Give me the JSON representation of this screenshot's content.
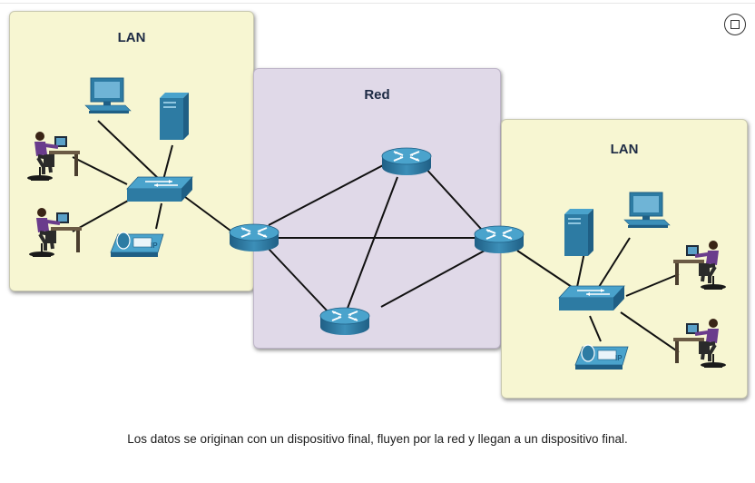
{
  "zones": {
    "lan_left": "LAN",
    "network": "Red",
    "lan_right": "LAN"
  },
  "phone_label": "IP",
  "caption": "Los datos se originan con un dispositivo final, fluyen por la red y llegan a un dispositivo final.",
  "icons": [
    "expand-icon",
    "router-icon",
    "switch-icon",
    "server-icon",
    "desktop-icon",
    "ip-phone-icon",
    "user-workstation-icon"
  ],
  "colors": {
    "lan_bg": "#f7f6d2",
    "network_bg": "#e0d9e8",
    "device_blue": "#2f7aa0",
    "link": "#111111"
  }
}
